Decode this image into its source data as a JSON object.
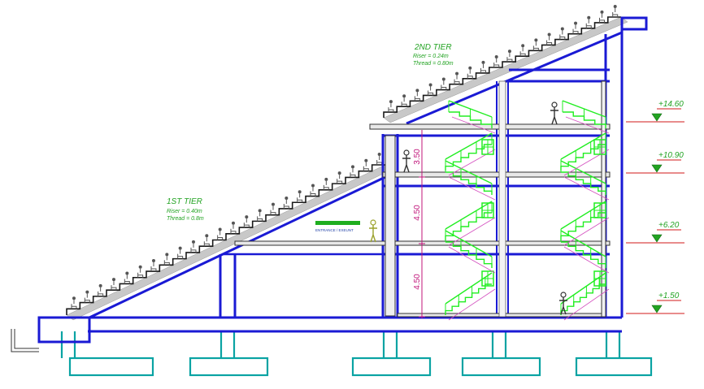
{
  "tier1": {
    "title": "1ST TIER",
    "riser": "Riser = 0.40m",
    "thread": "Thread = 0.8m"
  },
  "tier2": {
    "title": "2ND TIER",
    "riser": "Riser = 0.24m",
    "thread": "Thread = 0.80m"
  },
  "levels": [
    "+14.60",
    "+10.90",
    "+6.20",
    "+1.50"
  ],
  "dimensions": [
    "3.50",
    "4.50",
    "4.50"
  ],
  "entrance_label": "ENTRANCE / EXEUNT",
  "colors": {
    "structure": "#1a1ad4",
    "footing": "#0aa3a3",
    "stair": "#22ee22",
    "label": "#22a322",
    "level_line": "#d01818",
    "dimension": "#c0147a",
    "rake": "#c8c8c8"
  }
}
